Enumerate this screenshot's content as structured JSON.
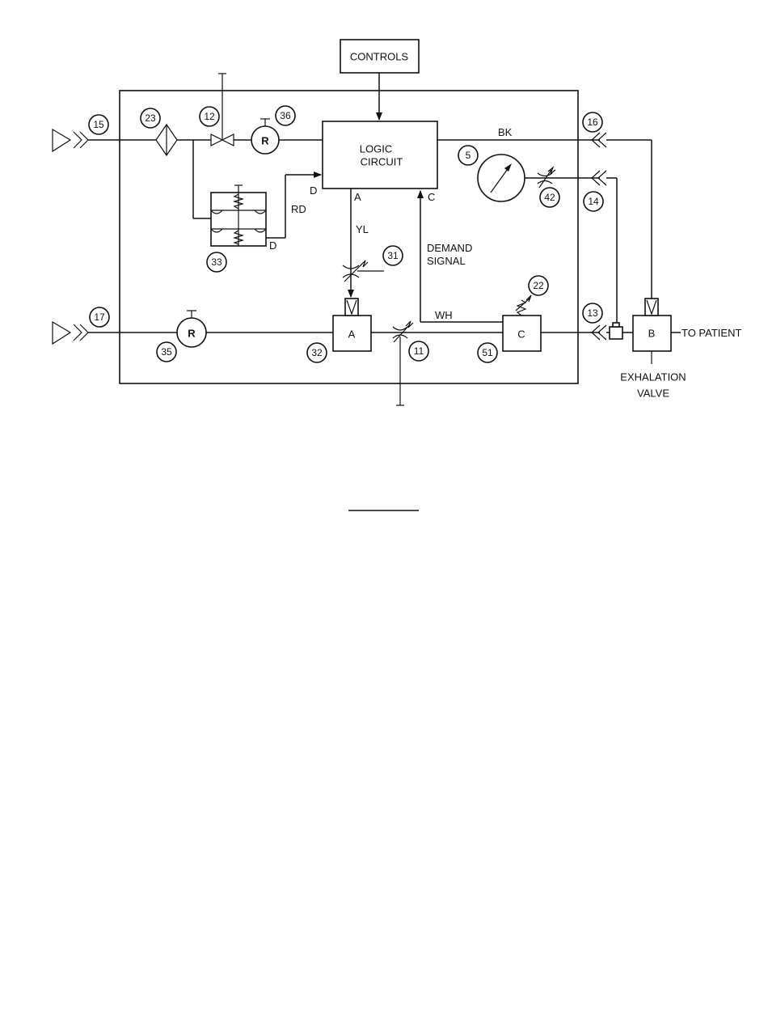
{
  "labels": {
    "controls": "CONTROLS",
    "logic_line1": "LOGIC",
    "logic_line2": "CIRCUIT",
    "logic_port_a": "A",
    "logic_port_c": "C",
    "logic_port_d": "D",
    "wire_bk": "BK",
    "wire_rd": "RD",
    "wire_yl": "YL",
    "wire_wh": "WH",
    "relief_port_d": "D",
    "demand_line1": "DEMAND",
    "demand_line2": "SIGNAL",
    "regulator_r": "R",
    "valve_a": "A",
    "valve_c": "C",
    "valve_b": "B",
    "to_patient": "TO PATIENT",
    "exhalation_line1": "EXHALATION",
    "exhalation_line2": "VALVE"
  },
  "callouts": {
    "c15": "15",
    "c23": "23",
    "c12": "12",
    "c36": "36",
    "c16": "16",
    "c5": "5",
    "c42": "42",
    "c14": "14",
    "c33": "33",
    "c31": "31",
    "c22": "22",
    "c17": "17",
    "c13": "13",
    "c35": "35",
    "c32": "32",
    "c11": "11",
    "c51": "51"
  }
}
